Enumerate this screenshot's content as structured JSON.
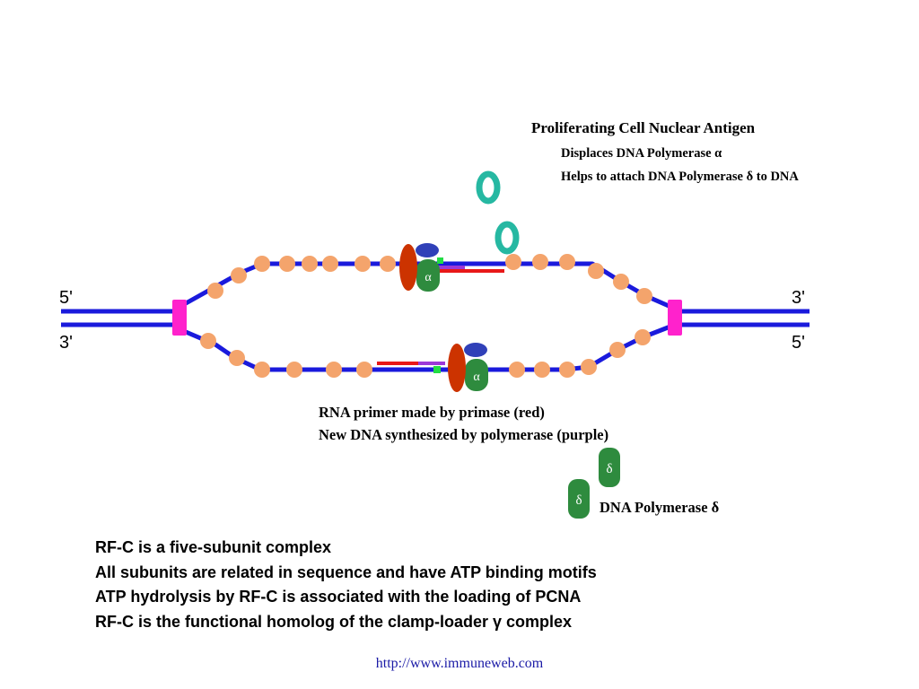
{
  "pcna_label": {
    "title": "Proliferating Cell Nuclear Antigen",
    "lines": [
      "Displaces DNA Polymerase α",
      "Helps to attach DNA Polymerase δ to DNA"
    ]
  },
  "strand_ends": {
    "left_top": "5'",
    "left_bottom": "3'",
    "right_top": "3'",
    "right_bottom": "5'"
  },
  "polymerase_alpha_symbol": "α",
  "polymerase_delta_symbol": "δ",
  "primer_labels": [
    "RNA primer made by primase (red)",
    "New DNA synthesized by polymerase (purple)"
  ],
  "delta_label": "DNA Polymerase δ",
  "bullets": [
    "RF-C is a five-subunit complex",
    "All subunits are related in sequence and have ATP binding motifs",
    "ATP hydrolysis by RF-C is associated with the loading of PCNA",
    "RF-C is the functional homolog of the clamp-loader γ complex"
  ],
  "source_url": "http://www.immuneweb.com",
  "colors": {
    "dna": "#1a1adc",
    "nucleosome": "#f4a46c",
    "fork_marker": "#ff22cc",
    "rna_primer": "#e81818",
    "new_dna": "#9c38d8",
    "primase_green": "#22dd44",
    "pcna_ring": "#26b8a2",
    "pol_alpha_body": "#cc3300",
    "pol_alpha_subunit": "#2e8b3e",
    "pol_cap": "#3040b8",
    "pol_delta": "#2e8b3e"
  }
}
